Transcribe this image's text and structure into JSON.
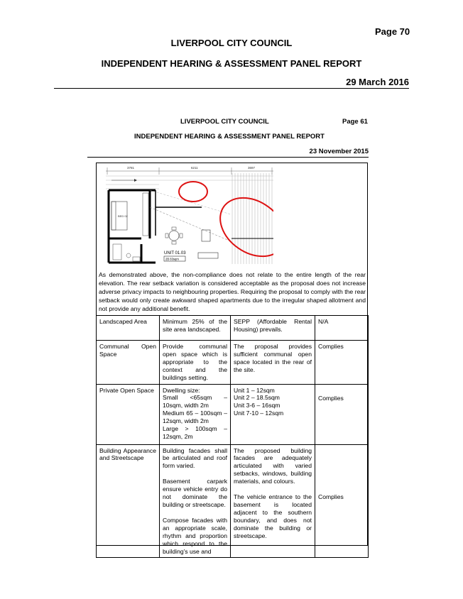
{
  "outer_header": {
    "page": "Page 70",
    "council": "LIVERPOOL CITY COUNCIL",
    "panel": "INDEPENDENT HEARING & ASSESSMENT PANEL REPORT",
    "date": "29 March 2016"
  },
  "inner_header": {
    "council": "LIVERPOOL CITY COUNCIL",
    "page": "Page 61",
    "panel": "INDEPENDENT HEARING & ASSESSMENT PANEL REPORT",
    "date": "23 November 2015"
  },
  "plan": {
    "dims": [
      "3781",
      "6211",
      "3697"
    ],
    "bed_label": "BED 02",
    "unit_label": "UNIT 01.03",
    "unit_sub": "2B  83sqm"
  },
  "paragraph": "As demonstrated above, the non-compliance does not relate to the entire length of the rear elevation. The rear setback variation is considered acceptable as the proposal does not increase adverse privacy impacts to neighbouring properties. Requiring the proposal to comply with the rear setback would only create awkward shaped apartments due to the irregular shaped allotment and not provide any additional benefit.",
  "rows": [
    {
      "criterion": "Landscaped Area",
      "requirement": [
        "Minimum 25% of the site area landscaped."
      ],
      "proposal": [
        "SEPP (Affordable Rental Housing) prevails."
      ],
      "compliance": "N/A"
    },
    {
      "criterion": "Communal Open Space",
      "requirement": [
        "Provide communal open space which is appropriate to the context and the buildings setting."
      ],
      "proposal": [
        "The proposal provides sufficient communal open space located in the rear of the site."
      ],
      "compliance": "Complies"
    },
    {
      "criterion": "Private Open Space",
      "requirement": [
        "Dwelling size:",
        "Small <65sqm – 10sqm, width 2m",
        "Medium 65 – 100sqm – 12sqm, width 2m",
        "Large > 100sqm – 12sqm, 2m"
      ],
      "proposal": [
        "Unit 1 – 12sqm",
        "Unit 2 – 18.5sqm",
        "Unit 3-6 – 16sqm",
        "Unit 7-10 – 12sqm"
      ],
      "compliance": "Complies"
    },
    {
      "criterion": "Building Appearance and Streetscape",
      "requirement": [
        "Building facades shall be articulated and roof form varied.",
        "Basement carpark ensure vehicle entry do not dominate the building or streetscape.",
        "Compose facades with an appropriate scale, rhythm and proportion which respond to the building's use and"
      ],
      "proposal": [
        "The proposed building facades are adequately articulated with varied setbacks, windows, building materials, and colours.",
        "The vehicle entrance to the basement is located adjacent to the southern boundary, and does not dominate the building or streetscape."
      ],
      "compliance": "Complies"
    }
  ]
}
